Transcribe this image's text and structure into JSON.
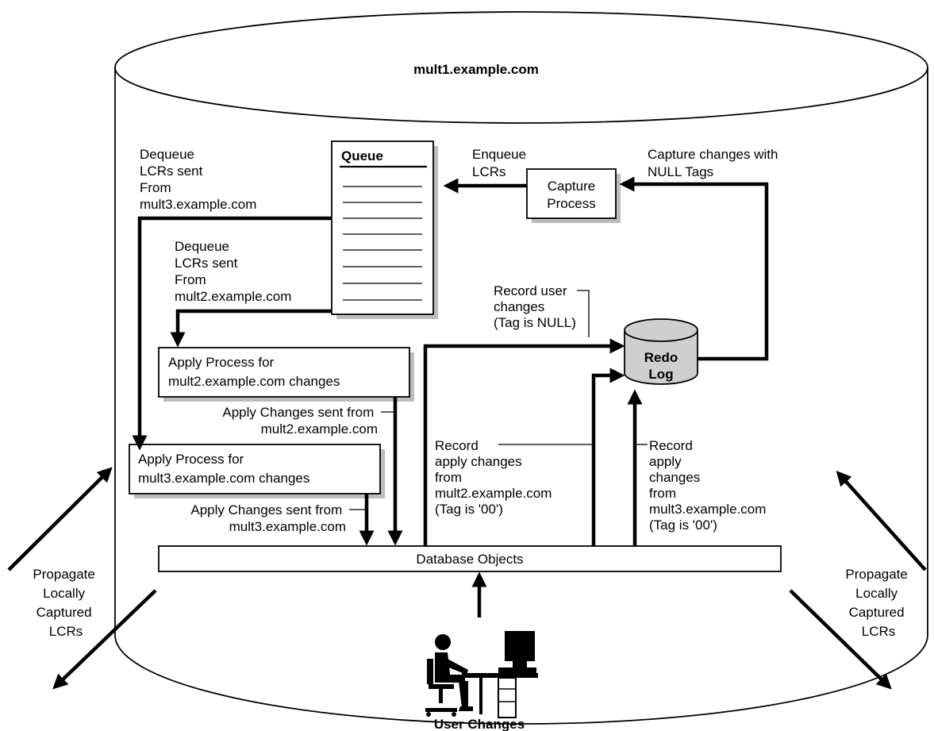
{
  "database": {
    "name": "mult1.example.com"
  },
  "queue": {
    "title": "Queue"
  },
  "capture_process": {
    "label": [
      "Capture",
      "Process"
    ]
  },
  "redo_log": {
    "label": [
      "Redo",
      "Log"
    ]
  },
  "apply_mult2": {
    "label": [
      "Apply Process for",
      "mult2.example.com changes"
    ]
  },
  "apply_mult3": {
    "label": [
      "Apply Process for",
      "mult3.example.com changes"
    ]
  },
  "database_objects": {
    "label": "Database Objects"
  },
  "user_changes": {
    "label": "User Changes"
  },
  "annotations": {
    "enqueue": [
      "Enqueue",
      "LCRs"
    ],
    "capture_changes": [
      "Capture changes with",
      "NULL Tags"
    ],
    "dequeue_mult3": [
      "Dequeue",
      "LCRs sent",
      "From",
      "mult3.example.com"
    ],
    "dequeue_mult2": [
      "Dequeue",
      "LCRs sent",
      "From",
      "mult2.example.com"
    ],
    "record_user": [
      "Record user",
      "changes",
      "(Tag is NULL)"
    ],
    "apply_sent_mult2": [
      "Apply Changes sent from",
      "mult2.example.com"
    ],
    "apply_sent_mult3": [
      "Apply Changes sent from",
      "mult3.example.com"
    ],
    "record_apply_mult2": [
      "Record",
      "apply changes",
      "from",
      "mult2.example.com",
      "(Tag is '00')"
    ],
    "record_apply_mult3": [
      "Record",
      "apply",
      "changes",
      "from",
      "mult3.example.com",
      "(Tag is '00')"
    ],
    "propagate_left": [
      "Propagate",
      "Locally",
      "Captured",
      "LCRs"
    ],
    "propagate_right": [
      "Propagate",
      "Locally",
      "Captured",
      "LCRs"
    ]
  }
}
